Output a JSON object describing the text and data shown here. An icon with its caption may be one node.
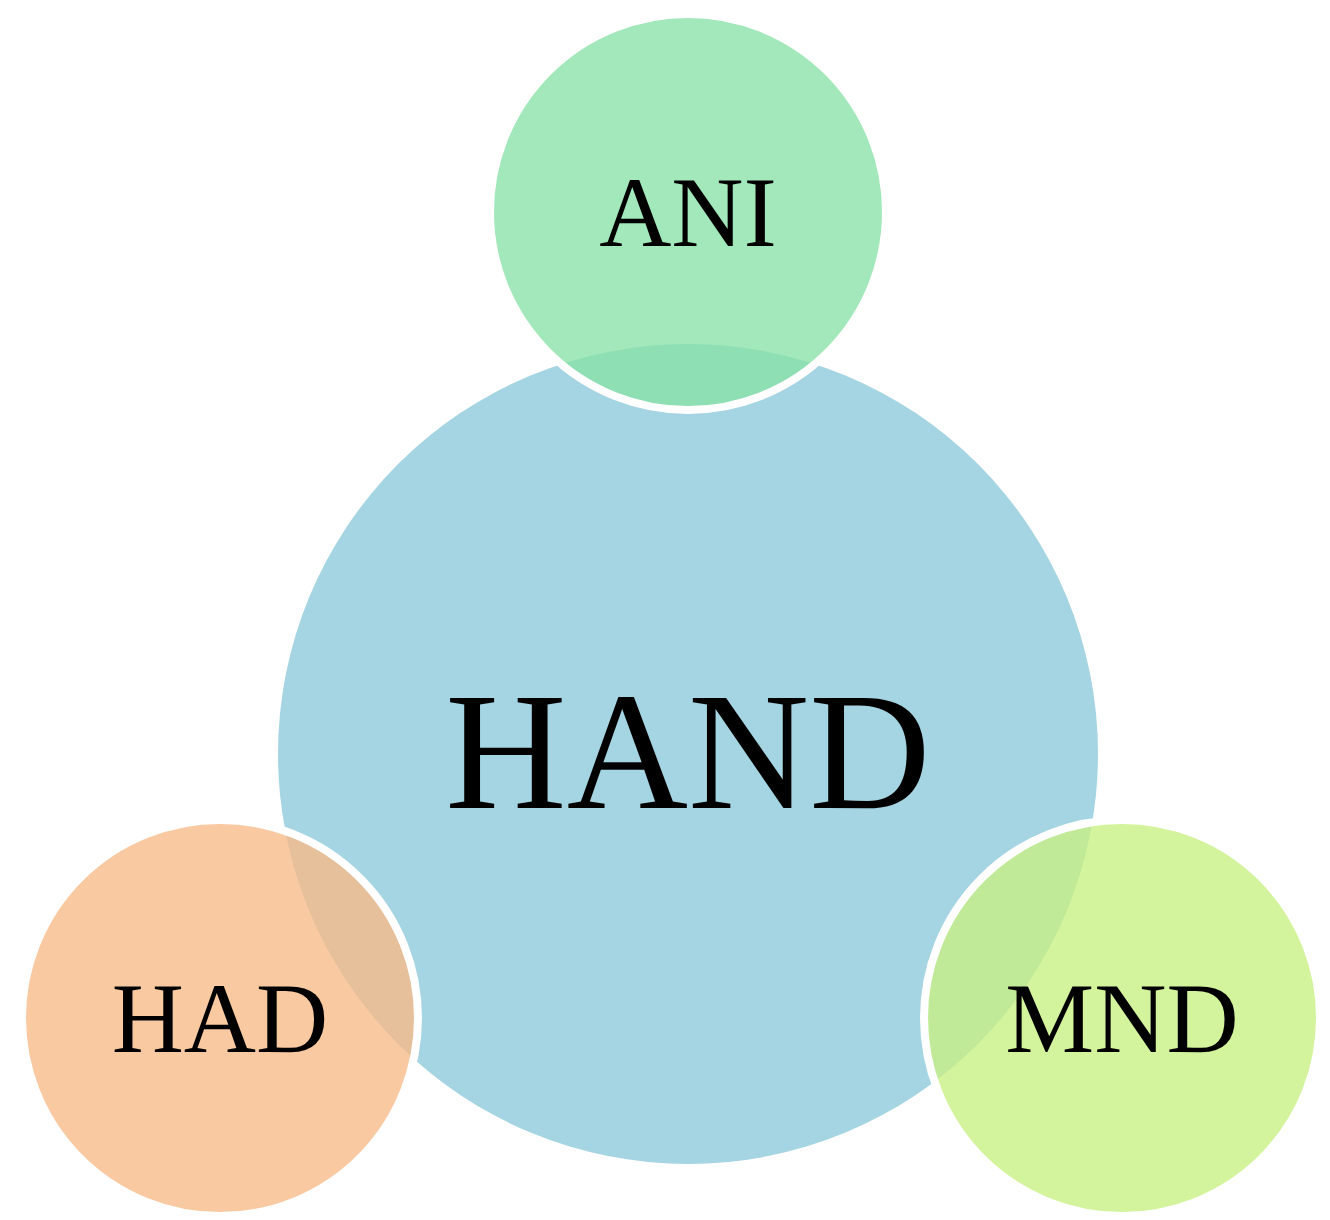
{
  "diagram": {
    "nodes": [
      {
        "text": [
          "ANI"
        ]
      },
      {
        "text": [
          "HAND"
        ]
      },
      {
        "text": [
          "HAD"
        ]
      },
      {
        "text": [
          "MND"
        ]
      }
    ]
  }
}
